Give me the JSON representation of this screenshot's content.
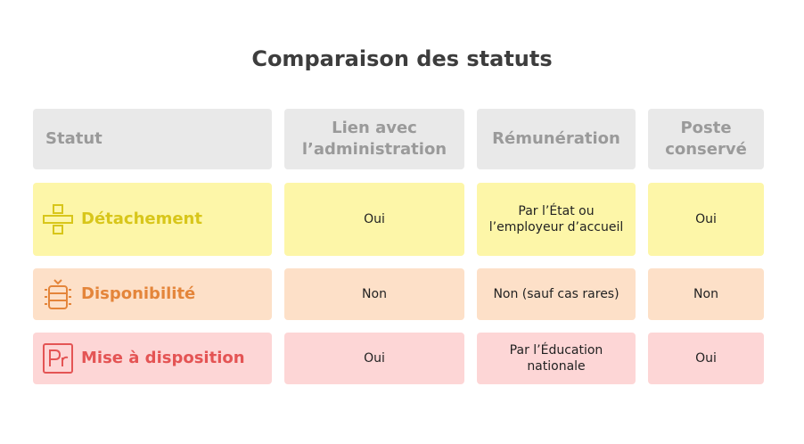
{
  "title": "Comparaison des statuts",
  "headers": {
    "statut": "Statut",
    "lien": "Lien avec l’administration",
    "remuneration": "Rémunération",
    "poste": "Poste conservé"
  },
  "rows": [
    {
      "statut": "Détachement",
      "icon": "division-icon",
      "color": "#d8c61a",
      "lien": "Oui",
      "remuneration": "Par l’État ou l’employeur d’accueil",
      "poste": "Oui"
    },
    {
      "statut": "Disponibilité",
      "icon": "database-stack-icon",
      "color": "#e4853a",
      "lien": "Non",
      "remuneration": "Non (sauf cas rares)",
      "poste": "Non"
    },
    {
      "statut": "Mise à disposition",
      "icon": "pr-box-icon",
      "color": "#e45454",
      "lien": "Oui",
      "remuneration": "Par l’Éducation nationale",
      "poste": "Oui"
    }
  ]
}
